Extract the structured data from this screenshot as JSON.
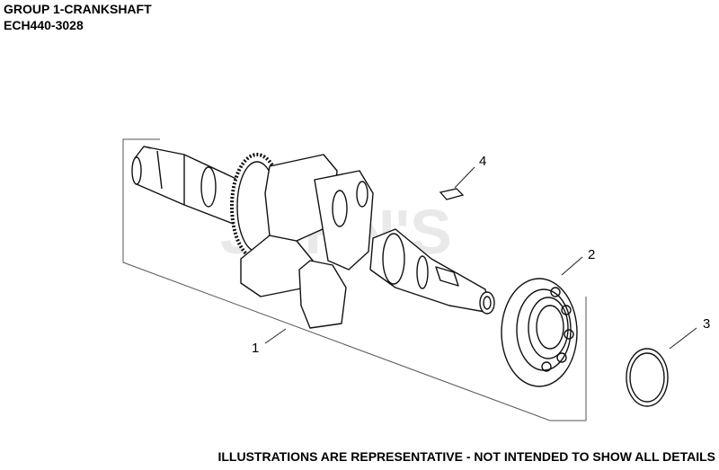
{
  "header": {
    "group_title": "GROUP 1-CRANKSHAFT",
    "model_code": "ECH440-3028"
  },
  "callouts": [
    {
      "label": "1",
      "part": "crankshaft"
    },
    {
      "label": "2",
      "part": "bearing"
    },
    {
      "label": "3",
      "part": "retaining-ring"
    },
    {
      "label": "4",
      "part": "key"
    }
  ],
  "watermark": "JOHN'S",
  "footer": "ILLUSTRATIONS ARE REPRESENTATIVE - NOT INTENDED TO SHOW ALL DETAILS"
}
